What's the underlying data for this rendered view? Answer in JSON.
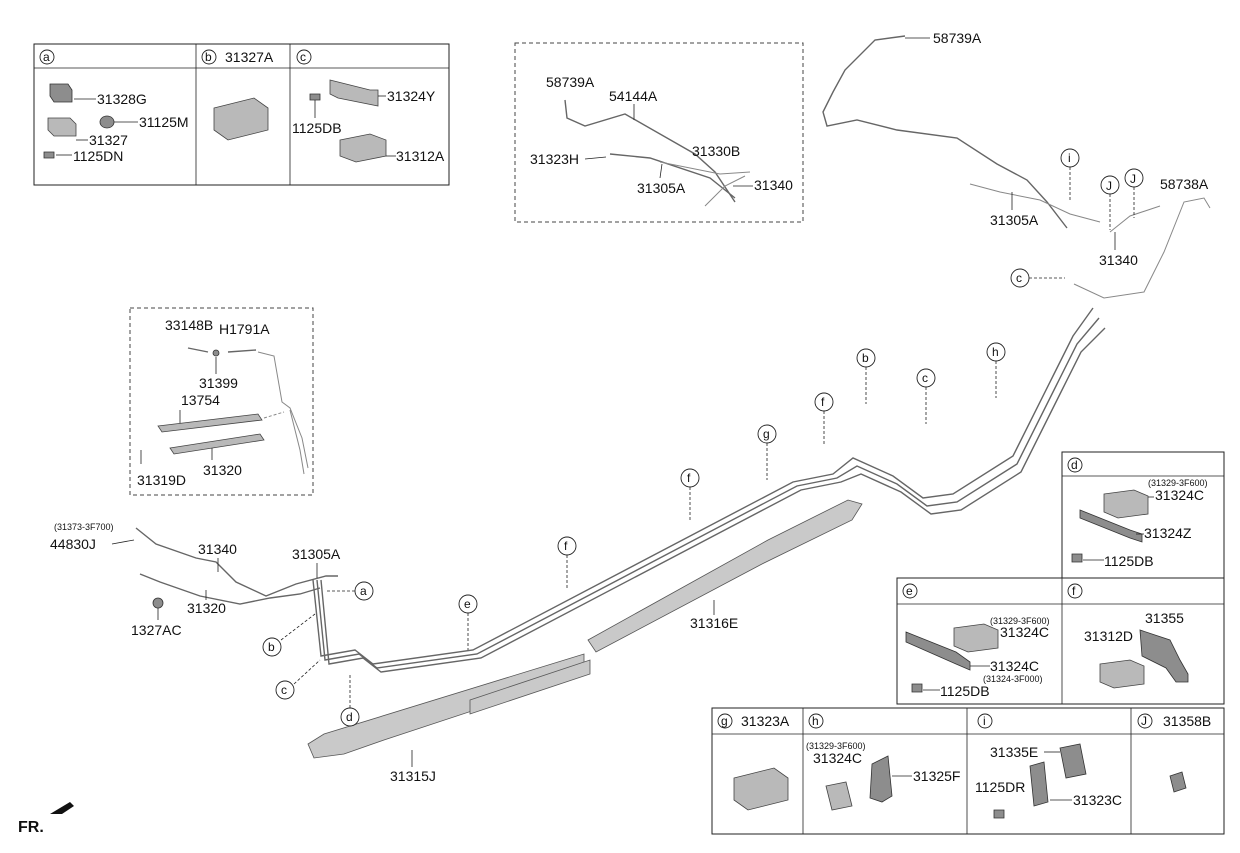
{
  "direction": "FR.",
  "panel_a": {
    "letter": "a",
    "parts": [
      "31328G",
      "31125M",
      "31327",
      "1125DN"
    ]
  },
  "panel_b": {
    "letter": "b",
    "header_part": "31327A"
  },
  "panel_c": {
    "letter": "c",
    "parts": [
      "31324Y",
      "1125DB",
      "31312A"
    ]
  },
  "panel_d": {
    "letter": "d",
    "note": "(31329-3F600)",
    "parts": [
      "31324C",
      "31324Z",
      "1125DB"
    ]
  },
  "panel_e": {
    "letter": "e",
    "note1": "(31329-3F600)",
    "note2": "(31324-3F000)",
    "parts": [
      "31324C",
      "31324C",
      "1125DB"
    ]
  },
  "panel_f": {
    "letter": "f",
    "parts": [
      "31355",
      "31312D"
    ]
  },
  "panel_g": {
    "letter": "g",
    "header_part": "31323A"
  },
  "panel_h": {
    "letter": "h",
    "note": "(31329-3F600)",
    "parts": [
      "31324C",
      "31325F"
    ]
  },
  "panel_i": {
    "letter": "i",
    "parts": [
      "31335E",
      "1125DR",
      "31323C"
    ]
  },
  "panel_j": {
    "letter": "J",
    "header_part": "31358B"
  },
  "inset_top": {
    "parts": [
      "58739A",
      "54144A",
      "31323H",
      "31330B",
      "31305A",
      "31340"
    ]
  },
  "inset_left": {
    "parts": [
      "33148B",
      "H1791A",
      "31399",
      "13754",
      "31319D",
      "31320"
    ]
  },
  "main": {
    "top_right_parts": [
      "58739A",
      "31305A",
      "58738A",
      "31340"
    ],
    "rear_letters": [
      "i",
      "J",
      "J",
      "c",
      "h",
      "c",
      "b",
      "f",
      "g",
      "f",
      "f",
      "e"
    ],
    "front_note": "(31373-3F700)",
    "front_parts": [
      "44830J",
      "31340",
      "31305A",
      "31320",
      "1327AC"
    ],
    "front_letters": [
      "a",
      "b",
      "c",
      "d"
    ],
    "shields": [
      "31316E",
      "31315J"
    ]
  }
}
